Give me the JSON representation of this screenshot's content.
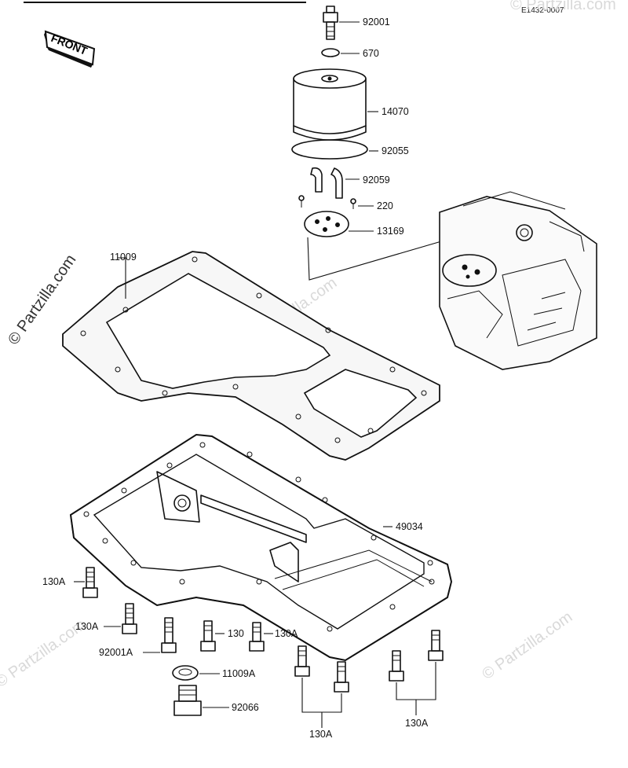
{
  "diagram": {
    "code": "E1432-0007",
    "front_label": "FRONT",
    "watermark": "© Partzilla.com",
    "watermark_side": "© Partzilla.com",
    "parts": [
      {
        "id": "92001_top",
        "label": "92001"
      },
      {
        "id": "670",
        "label": "670"
      },
      {
        "id": "14070",
        "label": "14070"
      },
      {
        "id": "92055",
        "label": "92055"
      },
      {
        "id": "92059",
        "label": "92059"
      },
      {
        "id": "220",
        "label": "220"
      },
      {
        "id": "13169",
        "label": "13169"
      },
      {
        "id": "11009",
        "label": "11009"
      },
      {
        "id": "49034",
        "label": "49034"
      },
      {
        "id": "130A_1",
        "label": "130A"
      },
      {
        "id": "130A_2",
        "label": "130A"
      },
      {
        "id": "130",
        "label": "130"
      },
      {
        "id": "130A_3",
        "label": "130A"
      },
      {
        "id": "92001A",
        "label": "92001A"
      },
      {
        "id": "11009A",
        "label": "11009A"
      },
      {
        "id": "92066",
        "label": "92066"
      },
      {
        "id": "130A_4",
        "label": "130A"
      },
      {
        "id": "130A_5",
        "label": "130A"
      }
    ]
  }
}
